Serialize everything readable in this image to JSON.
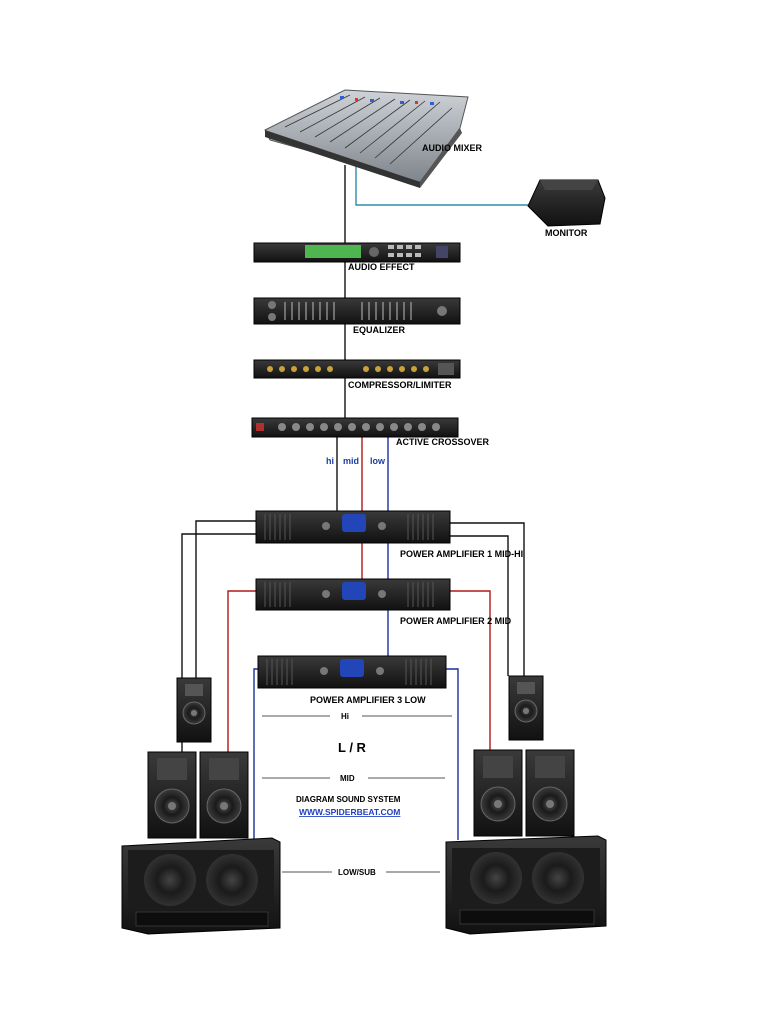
{
  "devices": {
    "mixer": "AUDIO MIXER",
    "monitor": "MONITOR",
    "effect": "AUDIO EFFECT",
    "equalizer": "EQUALIZER",
    "compressor": "COMPRESSOR/LIMITER",
    "crossover": "ACTIVE CROSSOVER",
    "amp1": "POWER AMPLIFIER 1 MID-HI",
    "amp2": "POWER AMPLIFIER 2 MID",
    "amp3": "POWER AMPLIFIER 3 LOW"
  },
  "crossover_outputs": {
    "hi": "hi",
    "mid": "mid",
    "low": "low"
  },
  "bands": {
    "hi": "Hi",
    "mid": "MID",
    "low": "LOW/SUB"
  },
  "center_title": "L / R",
  "caption": "DIAGRAM SOUND SYSTEM",
  "website": "WWW.SPIDERBEAT.COM",
  "colors": {
    "hi_line": "#111111",
    "mid_line": "#b01818",
    "low_line": "#1c2f9a",
    "monitor_line": "#2b8fa8"
  }
}
